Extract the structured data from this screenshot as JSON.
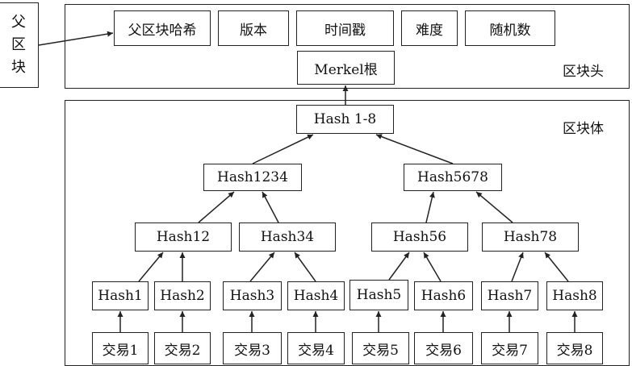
{
  "parent_block": {
    "chars": [
      "父",
      "区",
      "块"
    ]
  },
  "header": {
    "label": "区块头",
    "fields": [
      "父区块哈希",
      "版本",
      "时间戳",
      "难度",
      "随机数"
    ],
    "merkle_root": "Merkel根"
  },
  "body": {
    "label": "区块体",
    "root": "Hash 1-8",
    "level2": [
      "Hash1234",
      "Hash5678"
    ],
    "level3": [
      "Hash12",
      "Hash34",
      "Hash56",
      "Hash78"
    ],
    "leaves": [
      "Hash1",
      "Hash2",
      "Hash3",
      "Hash4",
      "Hash5",
      "Hash6",
      "Hash7",
      "Hash8"
    ],
    "transactions": [
      "交易1",
      "交易2",
      "交易3",
      "交易4",
      "交易5",
      "交易6",
      "交易7",
      "交易8"
    ]
  }
}
